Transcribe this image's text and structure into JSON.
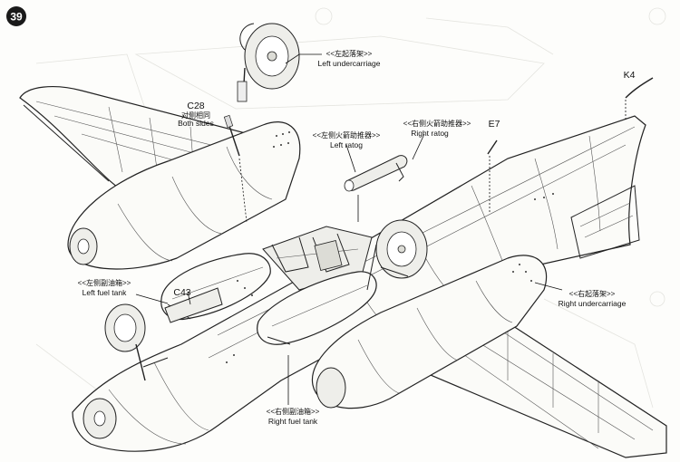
{
  "step": {
    "number": "39"
  },
  "parts": [
    {
      "code": "C28",
      "cn": "对侧相同",
      "en": "Both sides"
    },
    {
      "code": "C43"
    },
    {
      "code": "E7"
    },
    {
      "code": "K4"
    }
  ],
  "callouts": [
    {
      "cn": "<<左起落架>>",
      "en": "Left undercarriage"
    },
    {
      "cn": "<<左侧火箭助推器>>",
      "en": "Left ratog"
    },
    {
      "cn": "<<右侧火箭助推器>>",
      "en": "Right ratog"
    },
    {
      "cn": "<<左侧副油箱>>",
      "en": "Left fuel tank"
    },
    {
      "cn": "<<右起落架>>",
      "en": "Right undercarriage"
    },
    {
      "cn": "<<右侧副油箱>>",
      "en": "Right fuel tank"
    }
  ]
}
